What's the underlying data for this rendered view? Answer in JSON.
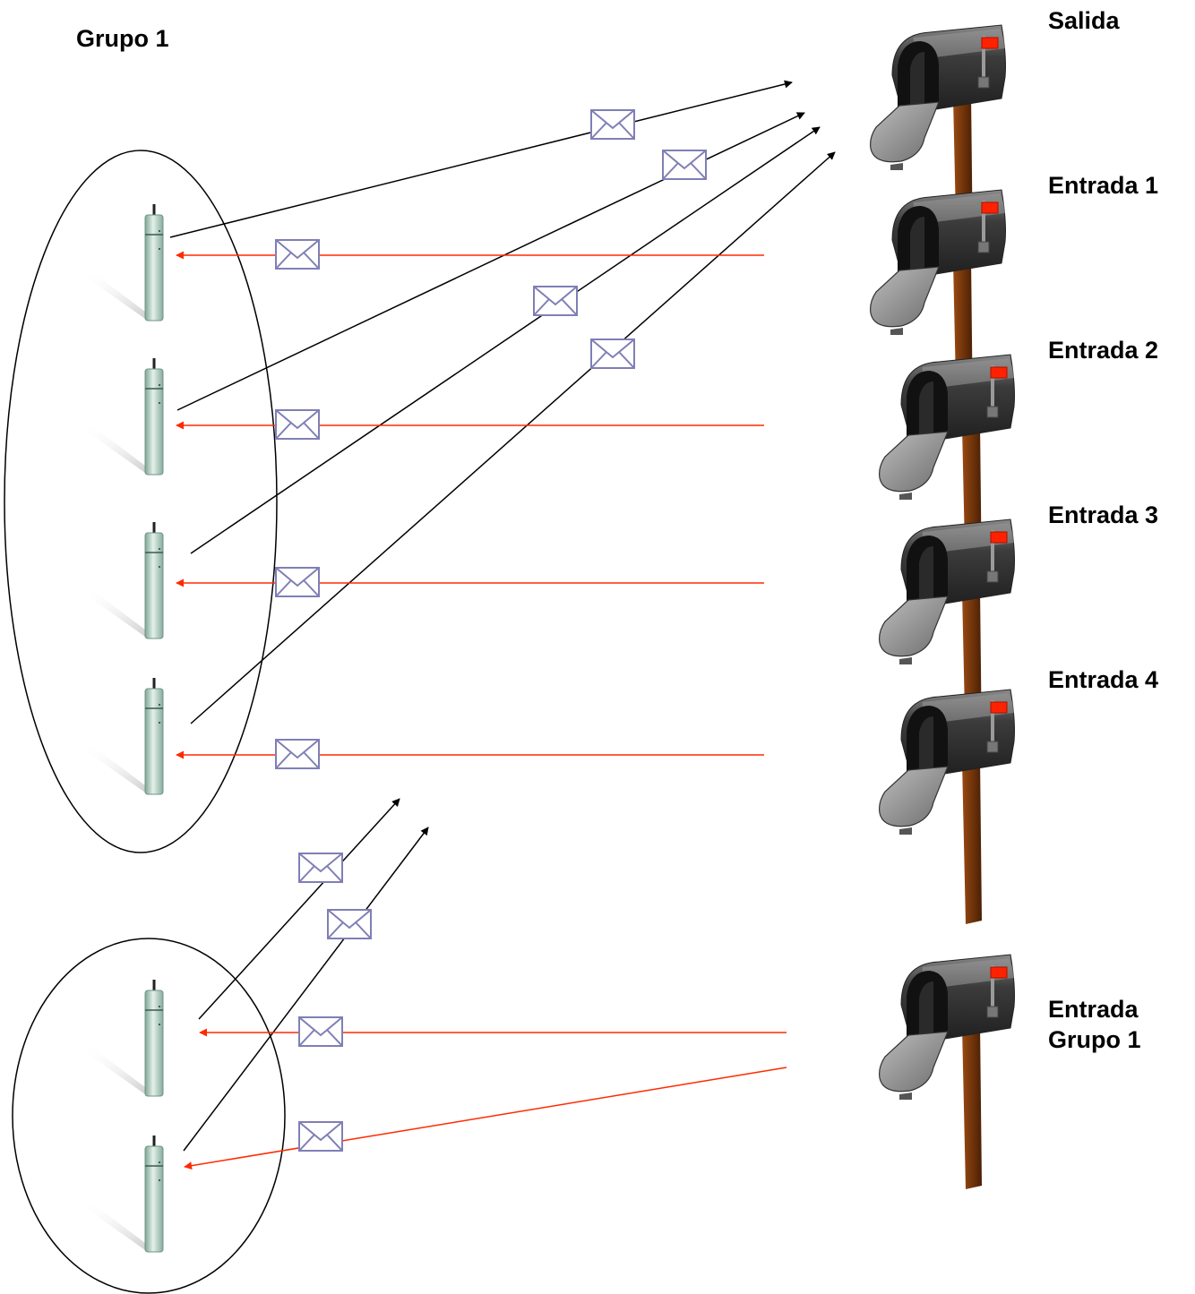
{
  "labels": {
    "group": "Grupo 1",
    "output": "Salida",
    "input1": "Entrada 1",
    "input2": "Entrada 2",
    "input3": "Entrada 3",
    "input4": "Entrada 4",
    "input_group_line1": "Entrada",
    "input_group_line2": "Grupo 1"
  },
  "colors": {
    "incoming_arrow": "#ff2a00",
    "outgoing_arrow": "#000000",
    "envelope_stroke": "#7f7fb6",
    "mailbox_body": "#3a3a3a",
    "mailbox_post": "#7a3a0a",
    "mailbox_flag": "#ff2200",
    "sensor": "#a8c9bd"
  },
  "icons": [
    "sensor-icon",
    "mailbox-icon",
    "envelope-icon"
  ]
}
